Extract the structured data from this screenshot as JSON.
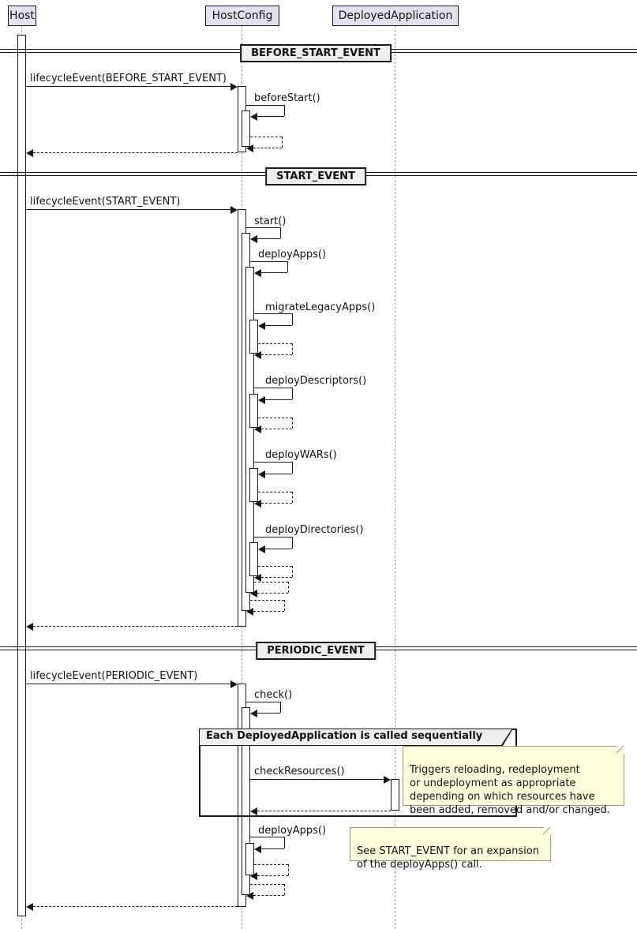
{
  "participants": [
    {
      "label": "Host"
    },
    {
      "label": "HostConfig"
    },
    {
      "label": "DeployedApplication"
    }
  ],
  "dividers": [
    {
      "label": "BEFORE_START_EVENT"
    },
    {
      "label": "START_EVENT"
    },
    {
      "label": "PERIODIC_EVENT"
    }
  ],
  "messages": {
    "lifecycle_before_start": "lifecycleEvent(BEFORE_START_EVENT)",
    "before_start": "beforeStart()",
    "lifecycle_start": "lifecycleEvent(START_EVENT)",
    "start": "start()",
    "deploy_apps": "deployApps()",
    "migrate_legacy_apps": "migrateLegacyApps()",
    "deploy_descriptors": "deployDescriptors()",
    "deploy_wars": "deployWARs()",
    "deploy_directories": "deployDirectories()",
    "lifecycle_periodic": "lifecycleEvent(PERIODIC_EVENT)",
    "check": "check()",
    "check_resources": "checkResources()",
    "deploy_apps_periodic": "deployApps()"
  },
  "group": {
    "title": "Each DeployedApplication is called sequentially"
  },
  "notes": {
    "check_resources_note": "Triggers reloading, redeployment\nor undeployment as appropriate\ndepending on which resources have\nbeen added, removed and/or changed.",
    "deploy_apps_note": "See START_EVENT for an expansion\nof the deployApps() call."
  },
  "colors": {
    "participant_fill": "#e2e2f0",
    "note_fill": "#feffdd",
    "divider_fill": "#eeeeee",
    "line": "#181818"
  }
}
